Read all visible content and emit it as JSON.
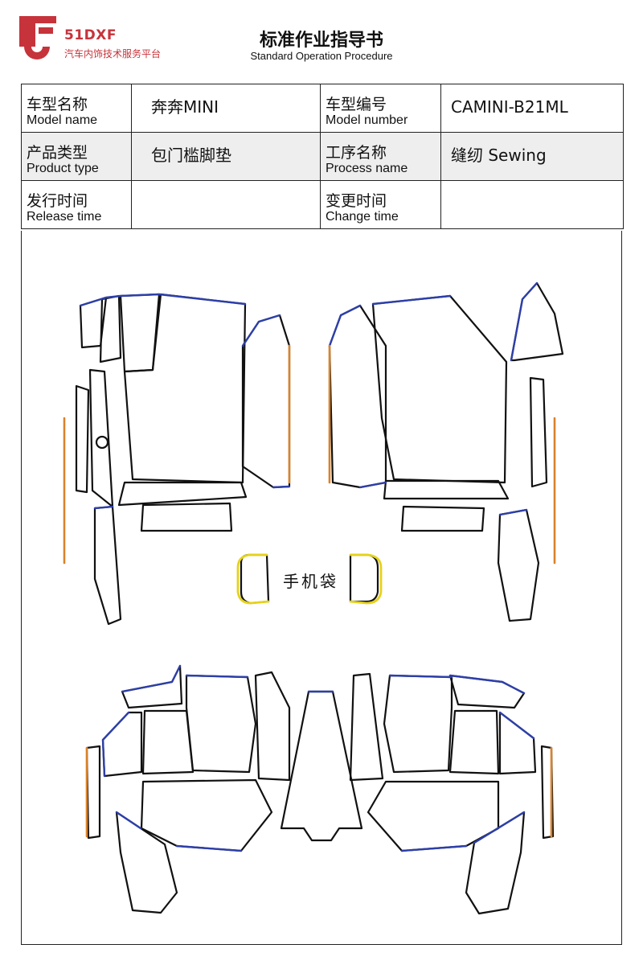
{
  "header": {
    "brand": "51DXF",
    "brand_subtitle": "汽车内饰技术服务平台",
    "title": "标准作业指导书",
    "subtitle": "Standard Operation Procedure",
    "brand_color": "#c7333b"
  },
  "info_table": {
    "model_name_zh": "车型名称",
    "model_name_en": "Model name",
    "model_name_value": "奔奔MINI",
    "model_number_zh": "车型编号",
    "model_number_en": "Model number",
    "model_number_value": "CAMINI-B21ML",
    "product_type_zh": "产品类型",
    "product_type_en": "Product type",
    "product_type_value": "包门槛脚垫",
    "process_name_zh": "工序名称",
    "process_name_en": "Process name",
    "process_name_value": "缝纫 Sewing",
    "release_time_zh": "发行时间",
    "release_time_en": "Release time",
    "release_time_value": "",
    "change_time_zh": "变更时间",
    "change_time_en": "Change time",
    "change_time_value": ""
  },
  "diagram": {
    "phone_pocket_label": "手机袋",
    "colors": {
      "cut_line": "#111111",
      "edge_blue": "#2d3fa8",
      "edge_orange": "#d9822b",
      "edge_yellow": "#e6d21a"
    }
  }
}
